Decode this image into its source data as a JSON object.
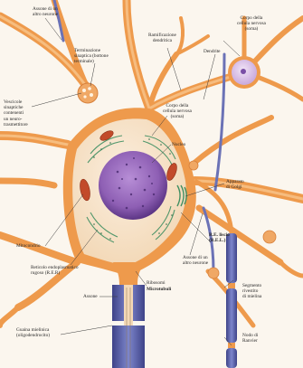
{
  "labels": {
    "assone_altro_neurone_top": "Assone di un\naltro neurone",
    "ramificazione_dendritica": "Ramificazione\ndendritica",
    "corpo_cellula_top_right": "Corpo della\ncellula nervosa\n(soma)",
    "terminazione_sinaptica": "Terminazione\nsinaptica (bottone\nterminale)",
    "dendrite": "Dendrite",
    "vescicole_sinaptiche": "Vescicole\nsinaptiche\ncontenenti\nun neuro-\ntrasmettitore",
    "corpo_cellula_center": "Corpo della\ncellula nervosa\n(soma)",
    "nucleo": "Nucleo",
    "apparato_golgi": "Apparato\ndi Golgi",
    "mitocondrio": "Mitocondrio",
    "re_liscio": "R.E. liscio\n(R.E.L.)",
    "reticolo_endoplasmatico": "Reticolo endoplasmatico\nrugoso (R.E.R)",
    "assone_altro_neurone_bottom": "Assone di un\naltro neurone",
    "ribosomi": "Ribosomi",
    "microtubuli": "Microtubuli",
    "assone": "Assone",
    "segmento_rivestito": "Segmento\nrivestito\ndi mielina",
    "guaina_mielinica": "Guaina mielinica\n(oligodendrocito)",
    "nodo_ranvier": "Nodo di\nRanvier"
  },
  "colors": {
    "background": "#fbf6ee",
    "neuron_orange": "#ee9a4c",
    "neuron_light": "#f8c58c",
    "cytoplasm": "#f7ead4",
    "nucleus": "#8e5fb4",
    "nucleus_dark": "#5d3686",
    "myelin": "#5d64a8",
    "mitochondria": "#c24a2a",
    "er": "#3f8f62",
    "soma_right": "#d8c4e6"
  }
}
